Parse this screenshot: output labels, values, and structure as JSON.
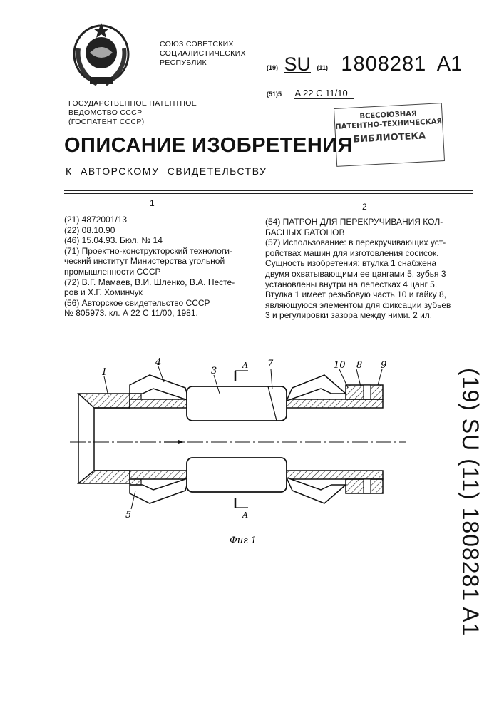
{
  "header": {
    "country": [
      "СОЮЗ СОВЕТСКИХ",
      "СОЦИАЛИСТИЧЕСКИХ",
      "РЕСПУБЛИК"
    ],
    "code19": "(19)",
    "su": "SU",
    "code11": "(11)",
    "number": "1808281",
    "kind": "A1",
    "code51": "(51)5",
    "ipc": "A 22 C 11/10",
    "office": [
      "ГОСУДАРСТВЕННОЕ ПАТЕНТНОЕ",
      "ВЕДОМСТВО СССР",
      "(ГОСПАТЕНТ СССР)"
    ],
    "title": "ОПИСАНИЕ ИЗОБРЕТЕНИЯ",
    "subtitle": "К АВТОРСКОМУ СВИДЕТЕЛЬСТВУ",
    "stamp": [
      "ВСЕСОЮЗНАЯ",
      "ПАТЕНТНО-ТЕХНИЧЕСКАЯ",
      "БИБЛИОТЕКА"
    ]
  },
  "columns": {
    "left_no": "1",
    "right_no": "2"
  },
  "biblio": [
    "(21) 4872001/13",
    "(22) 08.10.90",
    "(46) 15.04.93. Бюл. № 14",
    "(71) Проектно-конструкторский технологи-",
    "ческий институт Министерства угольной",
    "промышленности СССР",
    "(72) В.Г. Мамаев, В.И. Шленко, В.А. Несте-",
    "ров и Х.Г. Хоминчук",
    "(56) Авторское свидетельство СССР",
    "№ 805973. кл. А 22 С 11/00, 1981."
  ],
  "abstract": [
    "(54) ПАТРОН ДЛЯ ПЕРЕКРУЧИВАНИЯ КОЛ-",
    "БАСНЫХ БАТОНОВ",
    "(57) Использование: в перекручивающих уст-",
    "ройствах машин для изготовления сосисок.",
    "Сущность изобретения: втулка 1 снабжена",
    "двумя охватывающими ее цангами 5, зубья 3",
    "установлены внутри на лепестках 4 цанг 5.",
    "Втулка 1 имеет резьбовую часть 10 и гайку 8,",
    "являющуюся элементом для фиксации зубьев",
    "3 и регулировки зазора между ними. 2 ил."
  ],
  "figure": {
    "labels": [
      "1",
      "4",
      "3",
      "A",
      "7",
      "10",
      "8",
      "9",
      "5",
      "A"
    ],
    "caption": "Фиг 1"
  },
  "sidebar": {
    "text": "(19) SU (11) 1808281 A1"
  }
}
